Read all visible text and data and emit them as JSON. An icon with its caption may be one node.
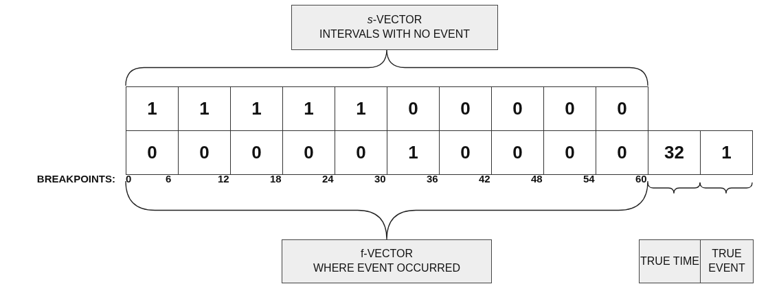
{
  "diagram": {
    "nodes": [
      {
        "text": [
          "*s*-VECTOR",
          "INTERVALS WITH NO EVENT"
        ]
      },
      {
        "text": [
          "1"
        ]
      },
      {
        "text": [
          "1"
        ]
      },
      {
        "text": [
          "1"
        ]
      },
      {
        "text": [
          "1"
        ]
      },
      {
        "text": [
          "1"
        ]
      },
      {
        "text": [
          "0"
        ]
      },
      {
        "text": [
          "0"
        ]
      },
      {
        "text": [
          "0"
        ]
      },
      {
        "text": [
          "0"
        ]
      },
      {
        "text": [
          "0"
        ]
      },
      {
        "text": [
          "0"
        ]
      },
      {
        "text": [
          "0"
        ]
      },
      {
        "text": [
          "0"
        ]
      },
      {
        "text": [
          "0"
        ]
      },
      {
        "text": [
          "0"
        ]
      },
      {
        "text": [
          "1"
        ]
      },
      {
        "text": [
          "0"
        ]
      },
      {
        "text": [
          "0"
        ]
      },
      {
        "text": [
          "0"
        ]
      },
      {
        "text": [
          "0"
        ]
      },
      {
        "text": [
          "32"
        ]
      },
      {
        "text": [
          "1"
        ]
      },
      {
        "text": [
          "f-VECTOR",
          "WHERE EVENT OCCURRED"
        ]
      },
      {
        "text": [
          "TRUE TIME"
        ]
      },
      {
        "text": [
          "TRUE EVENT"
        ]
      }
    ],
    "edges": [],
    "labels": [
      "BREAKPOINTS:",
      "0",
      "6",
      "12",
      "18",
      "24",
      "30",
      "36",
      "42",
      "48",
      "54",
      "60"
    ]
  }
}
